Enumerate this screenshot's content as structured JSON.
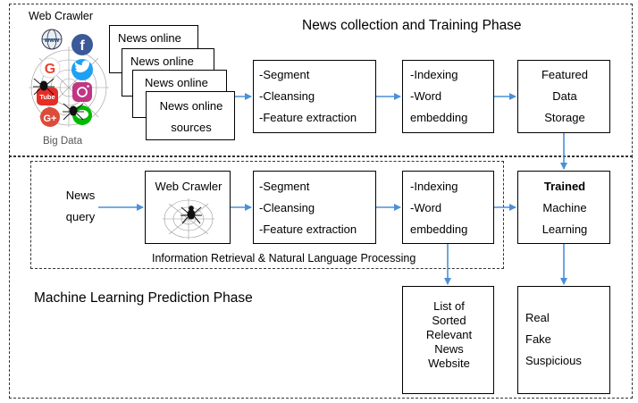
{
  "training_phase": {
    "title": "News collection and Training Phase",
    "sources_panel": {
      "title": "Web Crawler",
      "caption": "Big Data",
      "icons": [
        "www-globe-icon",
        "facebook-icon",
        "google-icon",
        "twitter-icon",
        "youtube-icon",
        "instagram-icon",
        "google-plus-icon",
        "line-app-icon",
        "spider-icon"
      ]
    },
    "news_stack": [
      "News online",
      "News online",
      "News online"
    ],
    "news_front": [
      "News online",
      "sources"
    ],
    "preprocess": [
      "-Segment",
      "-Cleansing",
      "-Feature extraction"
    ],
    "indexing": [
      "-Indexing",
      "-Word",
      "embedding"
    ],
    "storage": [
      "Featured",
      "Data",
      "Storage"
    ]
  },
  "prediction_phase": {
    "title": "Machine Learning Prediction Phase",
    "query": [
      "News",
      "query"
    ],
    "crawler": "Web Crawler",
    "preprocess": [
      "-Segment",
      "-Cleansing",
      "-Feature extraction"
    ],
    "indexing": [
      "-Indexing",
      "-Word",
      "embedding"
    ],
    "ir_nlp": "Information Retrieval & Natural Language Processing",
    "model": [
      "Trained",
      "Machine",
      "Learning"
    ],
    "results": [
      "List of",
      "Sorted",
      "Relevant",
      "News",
      "Website"
    ],
    "labels": [
      "Real",
      "Fake",
      "Suspicious"
    ]
  },
  "colors": {
    "arrow": "#4a90d9",
    "spider": "#111111",
    "web": "#9a9a9a"
  }
}
